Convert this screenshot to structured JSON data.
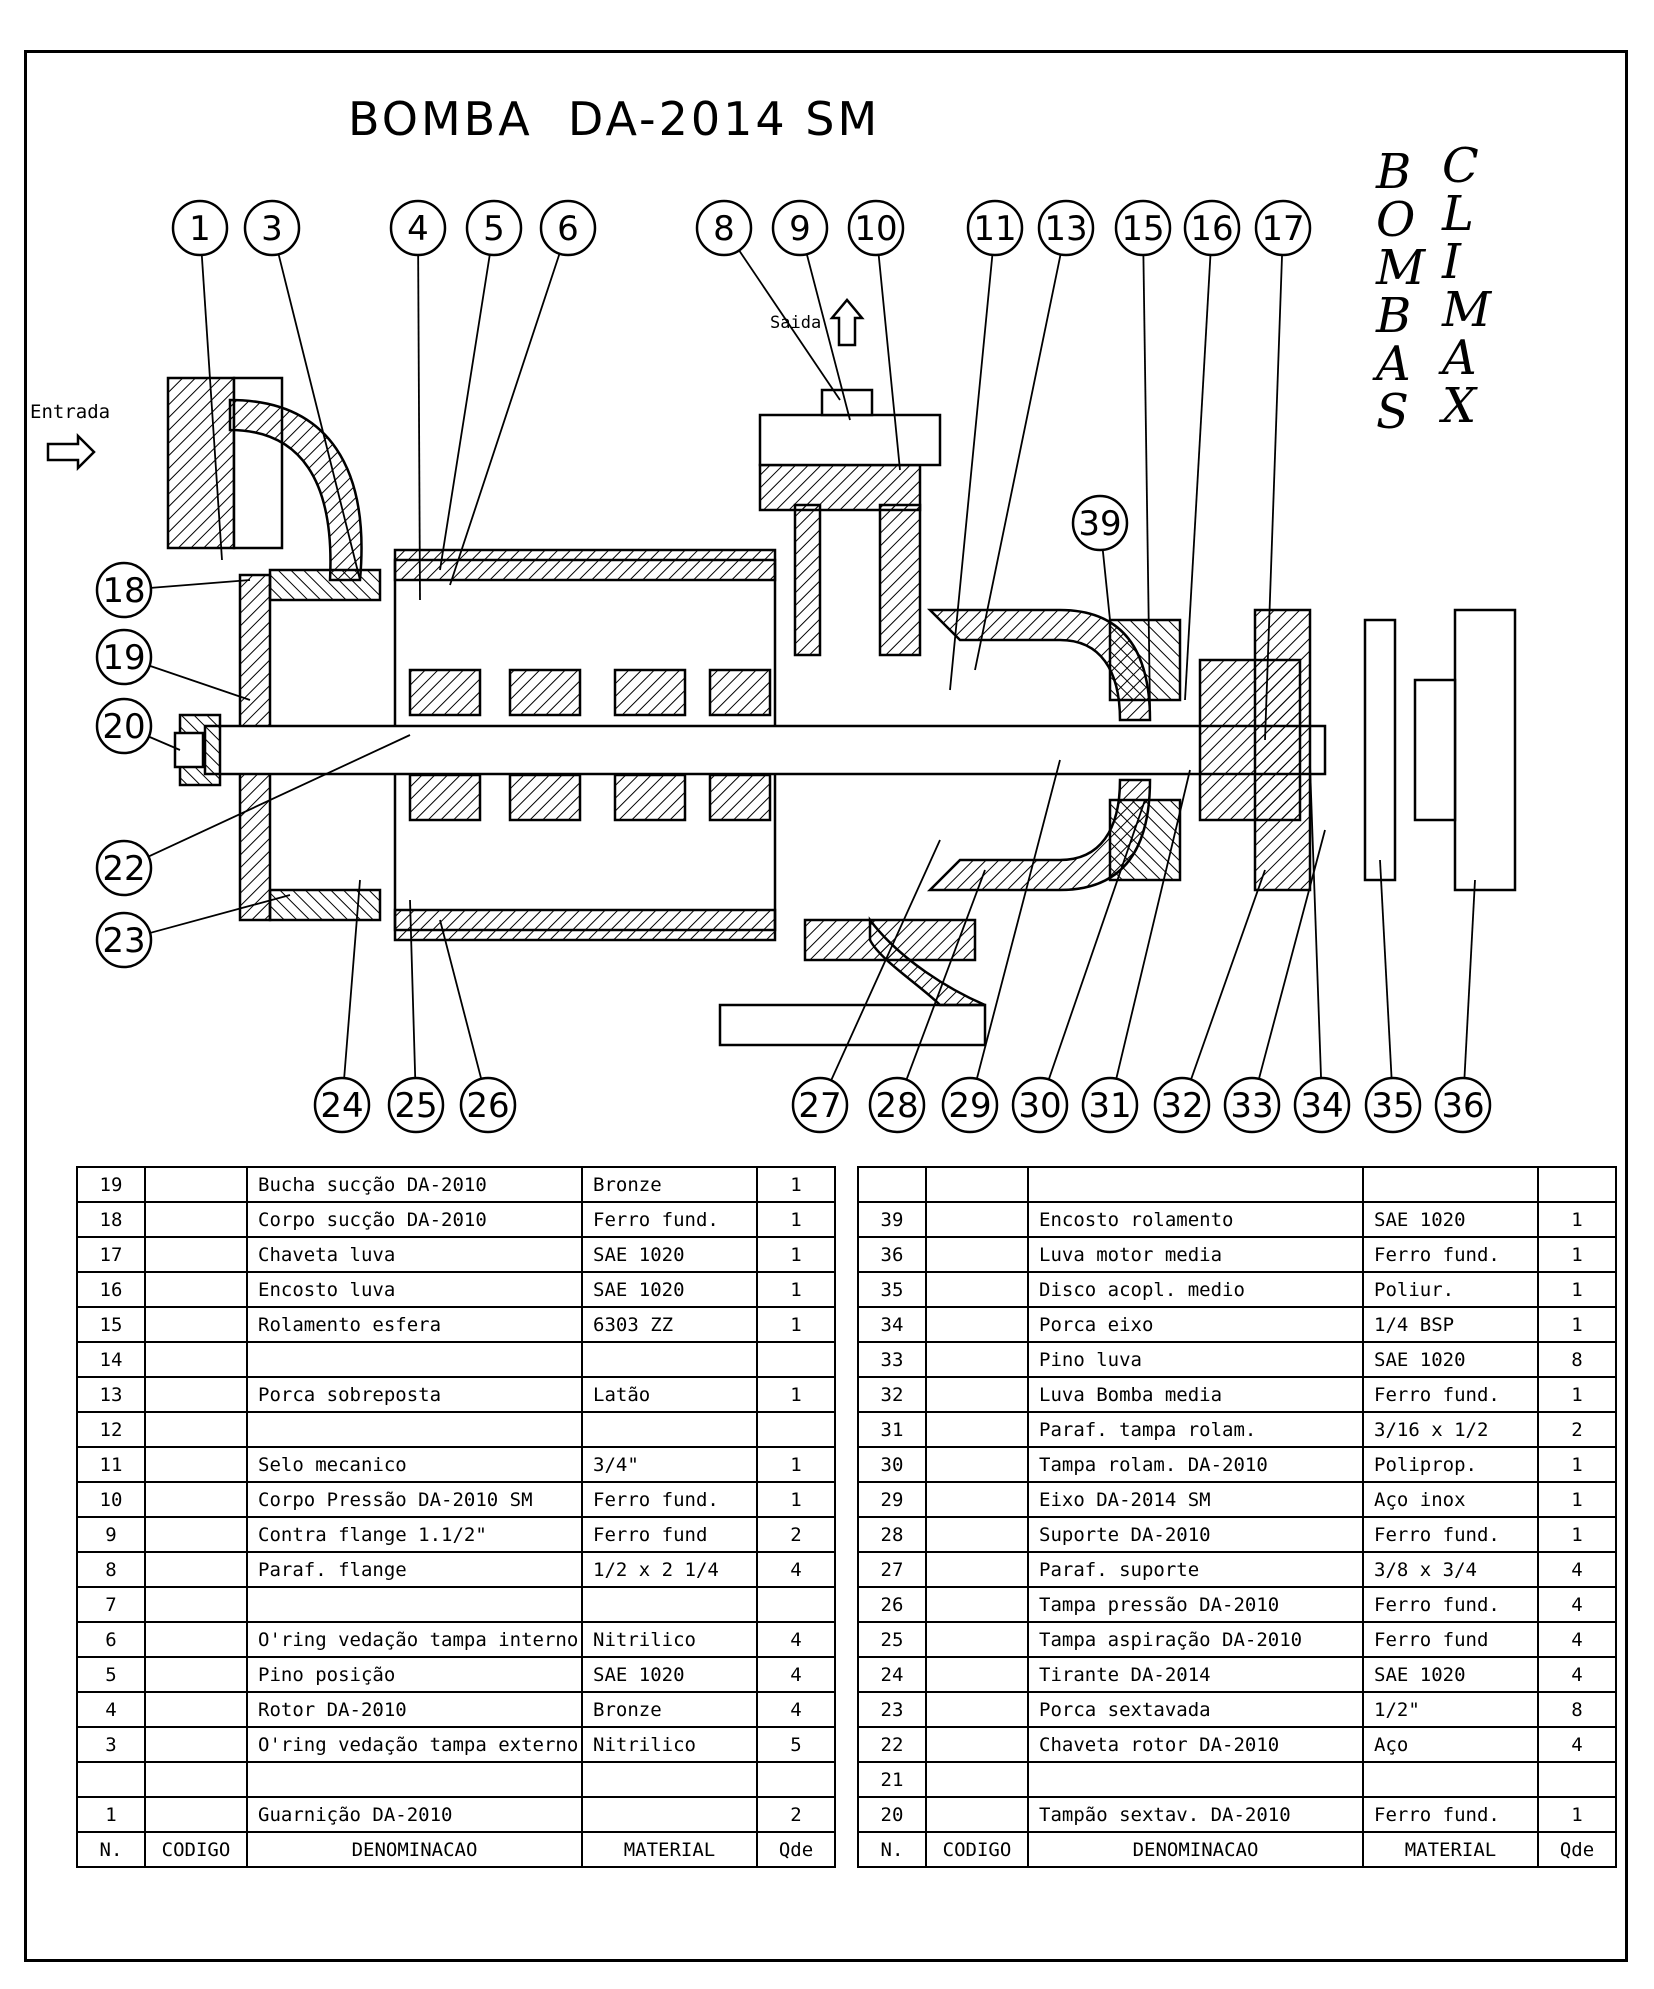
{
  "title": "BOMBA  DA-2014 SM",
  "brand": {
    "col1": [
      "B",
      "O",
      "M",
      "B",
      "A",
      "S"
    ],
    "col2": [
      "C",
      "L",
      "I",
      "M",
      "A",
      "X"
    ]
  },
  "labels": {
    "inlet": "Entrada",
    "outlet": "Saida"
  },
  "balloons": [
    "1",
    "3",
    "4",
    "5",
    "6",
    "8",
    "9",
    "10",
    "11",
    "13",
    "15",
    "16",
    "17",
    "18",
    "19",
    "20",
    "22",
    "23",
    "39",
    "24",
    "25",
    "26",
    "27",
    "28",
    "29",
    "30",
    "31",
    "32",
    "33",
    "34",
    "35",
    "36"
  ],
  "headers": {
    "n": "N.",
    "codigo": "CODIGO",
    "denominacao": "DENOMINACAO",
    "material": "MATERIAL",
    "qde": "Qde"
  },
  "table_left": [
    {
      "n": "19",
      "codigo": "",
      "denominacao": "Bucha sucção DA-2010",
      "material": "Bronze",
      "qde": "1"
    },
    {
      "n": "18",
      "codigo": "",
      "denominacao": "Corpo sucção DA-2010",
      "material": "Ferro fund.",
      "qde": "1"
    },
    {
      "n": "17",
      "codigo": "",
      "denominacao": "Chaveta luva",
      "material": "SAE 1020",
      "qde": "1"
    },
    {
      "n": "16",
      "codigo": "",
      "denominacao": "Encosto luva",
      "material": "SAE 1020",
      "qde": "1"
    },
    {
      "n": "15",
      "codigo": "",
      "denominacao": "Rolamento esfera",
      "material": "6303 ZZ",
      "qde": "1"
    },
    {
      "n": "14",
      "codigo": "",
      "denominacao": "",
      "material": "",
      "qde": ""
    },
    {
      "n": "13",
      "codigo": "",
      "denominacao": "Porca sobreposta",
      "material": "Latão",
      "qde": "1"
    },
    {
      "n": "12",
      "codigo": "",
      "denominacao": "",
      "material": "",
      "qde": ""
    },
    {
      "n": "11",
      "codigo": "",
      "denominacao": "Selo mecanico",
      "material": "3/4\"",
      "qde": "1"
    },
    {
      "n": "10",
      "codigo": "",
      "denominacao": "Corpo Pressão DA-2010 SM",
      "material": "Ferro fund.",
      "qde": "1"
    },
    {
      "n": "9",
      "codigo": "",
      "denominacao": "Contra flange 1.1/2\"",
      "material": "Ferro fund",
      "qde": "2"
    },
    {
      "n": "8",
      "codigo": "",
      "denominacao": "Paraf. flange",
      "material": "1/2 x 2 1/4",
      "qde": "4"
    },
    {
      "n": "7",
      "codigo": "",
      "denominacao": "",
      "material": "",
      "qde": ""
    },
    {
      "n": "6",
      "codigo": "",
      "denominacao": "O'ring vedação tampa interno",
      "material": "Nitrilico",
      "qde": "4"
    },
    {
      "n": "5",
      "codigo": "",
      "denominacao": "Pino posição",
      "material": "SAE 1020",
      "qde": "4"
    },
    {
      "n": "4",
      "codigo": "",
      "denominacao": "Rotor DA-2010",
      "material": "Bronze",
      "qde": "4"
    },
    {
      "n": "3",
      "codigo": "",
      "denominacao": "O'ring vedação tampa externo",
      "material": "Nitrilico",
      "qde": "5"
    },
    {
      "n": "",
      "codigo": "",
      "denominacao": "",
      "material": "",
      "qde": ""
    },
    {
      "n": "1",
      "codigo": "",
      "denominacao": "Guarnição DA-2010",
      "material": "",
      "qde": "2"
    }
  ],
  "table_right": [
    {
      "n": "",
      "codigo": "",
      "denominacao": "",
      "material": "",
      "qde": ""
    },
    {
      "n": "39",
      "codigo": "",
      "denominacao": "Encosto rolamento",
      "material": "SAE 1020",
      "qde": "1"
    },
    {
      "n": "36",
      "codigo": "",
      "denominacao": "Luva motor media",
      "material": "Ferro fund.",
      "qde": "1"
    },
    {
      "n": "35",
      "codigo": "",
      "denominacao": "Disco acopl. medio",
      "material": "Poliur.",
      "qde": "1"
    },
    {
      "n": "34",
      "codigo": "",
      "denominacao": "Porca eixo",
      "material": "1/4 BSP",
      "qde": "1"
    },
    {
      "n": "33",
      "codigo": "",
      "denominacao": "Pino luva",
      "material": "SAE 1020",
      "qde": "8"
    },
    {
      "n": "32",
      "codigo": "",
      "denominacao": "Luva Bomba media",
      "material": "Ferro fund.",
      "qde": "1"
    },
    {
      "n": "31",
      "codigo": "",
      "denominacao": "Paraf. tampa rolam.",
      "material": "3/16 x 1/2",
      "qde": "2"
    },
    {
      "n": "30",
      "codigo": "",
      "denominacao": "Tampa rolam. DA-2010",
      "material": "Poliprop.",
      "qde": "1"
    },
    {
      "n": "29",
      "codigo": "",
      "denominacao": "Eixo DA-2014 SM",
      "material": "Aço inox",
      "qde": "1"
    },
    {
      "n": "28",
      "codigo": "",
      "denominacao": "Suporte DA-2010",
      "material": "Ferro fund.",
      "qde": "1"
    },
    {
      "n": "27",
      "codigo": "",
      "denominacao": "Paraf. suporte",
      "material": "3/8 x 3/4",
      "qde": "4"
    },
    {
      "n": "26",
      "codigo": "",
      "denominacao": "Tampa pressão DA-2010",
      "material": "Ferro fund.",
      "qde": "4"
    },
    {
      "n": "25",
      "codigo": "",
      "denominacao": "Tampa aspiração DA-2010",
      "material": "Ferro fund",
      "qde": "4"
    },
    {
      "n": "24",
      "codigo": "",
      "denominacao": "Tirante DA-2014",
      "material": "SAE 1020",
      "qde": "4"
    },
    {
      "n": "23",
      "codigo": "",
      "denominacao": "Porca sextavada",
      "material": "1/2\"",
      "qde": "8"
    },
    {
      "n": "22",
      "codigo": "",
      "denominacao": "Chaveta rotor DA-2010",
      "material": "Aço",
      "qde": "4"
    },
    {
      "n": "21",
      "codigo": "",
      "denominacao": "",
      "material": "",
      "qde": ""
    },
    {
      "n": "20",
      "codigo": "",
      "denominacao": "Tampão sextav. DA-2010",
      "material": "Ferro fund.",
      "qde": "1"
    }
  ]
}
